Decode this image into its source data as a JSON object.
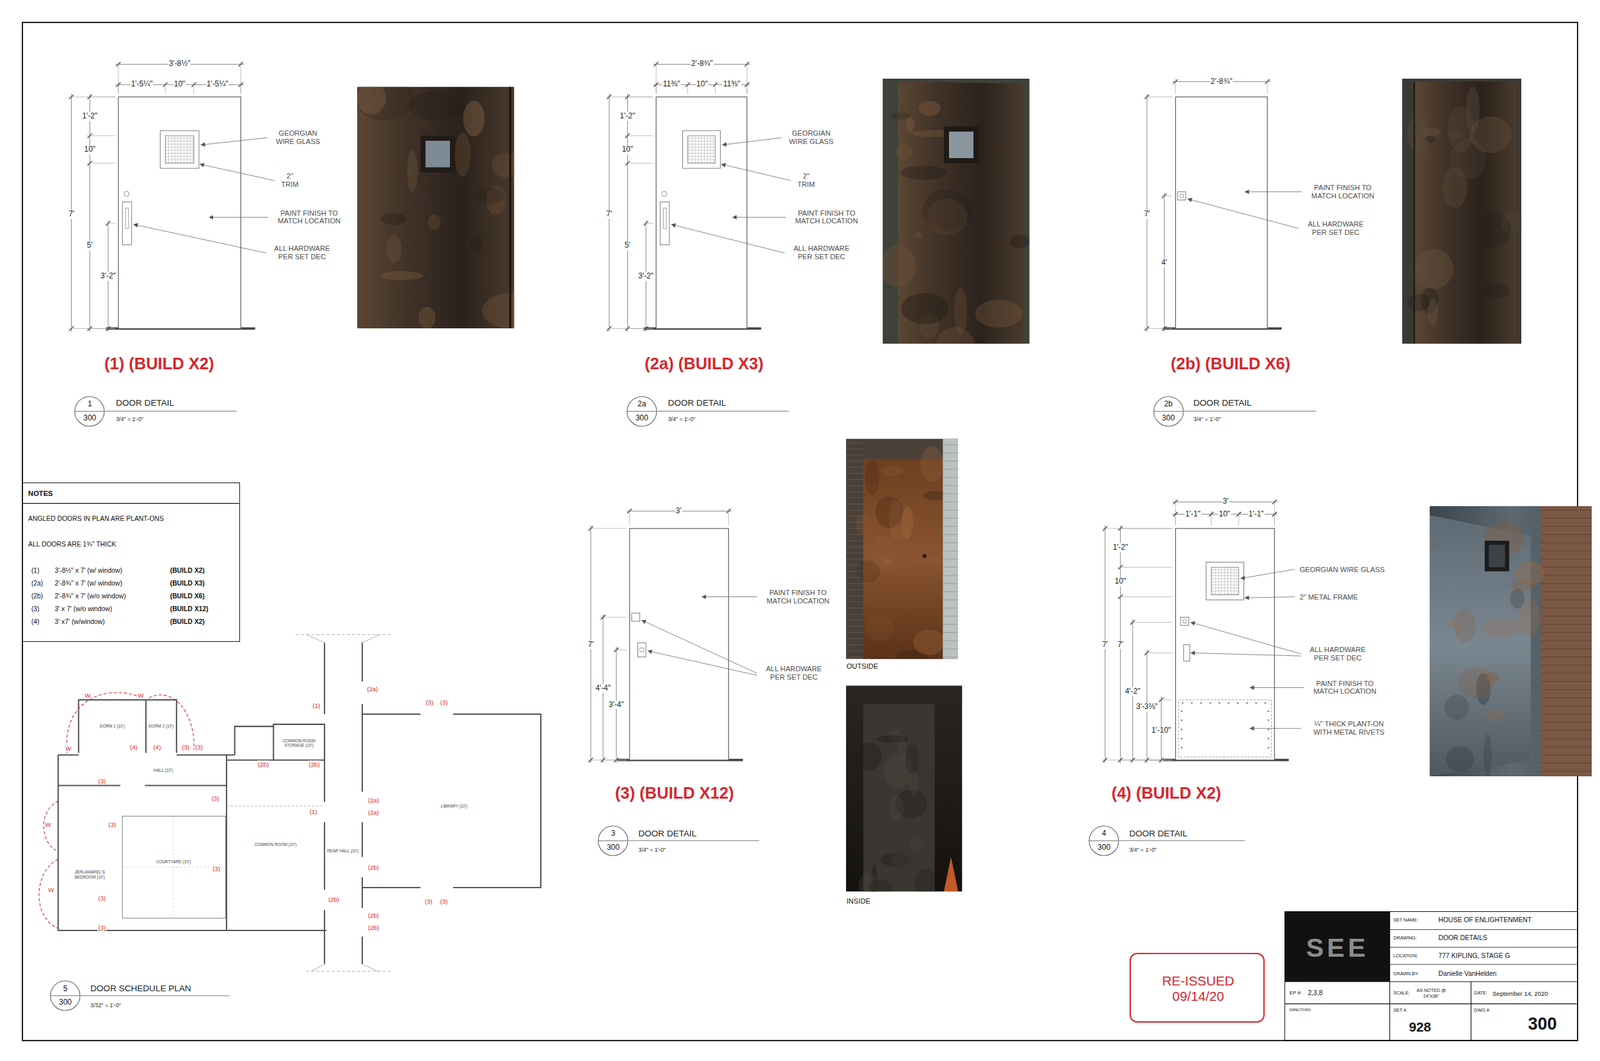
{
  "diagram": {
    "nodes": [
      {
        "text": [
          "1",
          "300"
        ]
      },
      {
        "text": [
          "2a",
          "300"
        ]
      },
      {
        "text": [
          "2b",
          "300"
        ]
      },
      {
        "text": [
          "NOTES",
          "ANGLED DOORS IN PLAN ARE PLANT-ONS",
          "ALL DOORS ARE 1¾\" THICK",
          "(1)",
          "3'-8½\" x 7' (w/ window)",
          "(BUILD X2)",
          "(2a)",
          "2'-8¾\" x 7' (w/ window)",
          "(BUILD X3)",
          "(2b)",
          "2'-8¾\" x 7' (w/o window)",
          "(BUILD X6)",
          "(3)",
          "3' x 7' (w/o window)",
          "(BUILD X12)",
          "(4)",
          "3' x7' (w/window)",
          "(BUILD X2)"
        ]
      },
      {
        "text": [
          "3",
          "300"
        ]
      },
      {
        "text": [
          "4",
          "300"
        ]
      },
      {
        "text": [
          "5",
          "300"
        ]
      },
      {
        "text": [
          "RE-ISSUED 09/14/20"
        ]
      },
      {
        "text": [
          "SEE",
          "SET NAME:",
          "HOUSE OF ENLIGHTENMENT",
          "DRAWING:",
          "DOOR DETAILS",
          "LOCATION:",
          "777 KIPLING, STAGE G",
          "DRAWN BY:",
          "Danielle VanHelden",
          "EP #:",
          "2,3,8",
          "SCALE:",
          "AS NOTED @ 24\"x36\"",
          "DATE:",
          "September 14, 2020",
          "DIRECTORS:",
          "SET #:",
          "928",
          "DWG #:",
          "300"
        ]
      }
    ],
    "labels": [
      "3'-8½\"",
      "1'-5¼\"",
      "10\"",
      "1'-5¼\"",
      "1'-2\"",
      "10\"",
      "7'",
      "5'",
      "3'-2\"",
      "GEORGIAN WIRE GLASS",
      "2\" TRIM",
      "PAINT FINISH TO MATCH LOCATION",
      "ALL HARDWARE PER SET DEC",
      "(1) (BUILD X2)",
      "DOOR DETAIL",
      "3/4\" = 1'-0\"",
      "2'-8¾\"",
      "11⅜\"",
      "10\"",
      "11⅜\"",
      "1'-2\"",
      "10\"",
      "7'",
      "5'",
      "3'-2\"",
      "GEORGIAN WIRE GLASS",
      "2\" TRIM",
      "PAINT FINISH TO MATCH LOCATION",
      "ALL HARDWARE PER SET DEC",
      "(2a) (BUILD X3)",
      "DOOR DETAIL",
      "3/4\" = 1'-0\"",
      "2'-8¾\"",
      "7'",
      "4'",
      "PAINT FINISH TO MATCH LOCATION",
      "ALL HARDWARE PER SET DEC",
      "(2b) (BUILD X6)",
      "DOOR DETAIL",
      "3/4\" = 1'-0\"",
      "3'",
      "7'",
      "4'-4\"",
      "3'-4\"",
      "PAINT FINISH TO MATCH LOCATION",
      "ALL HARDWARE PER SET DEC",
      "OUTSIDE",
      "INSIDE",
      "(3) (BUILD X12)",
      "DOOR DETAIL",
      "3/4\" = 1'-0\"",
      "3'",
      "1'-1\"",
      "10\"",
      "1'-1\"",
      "1'-2\"",
      "10\"",
      "7'",
      "7'",
      "4'-2\"",
      "3'-3⅛\"",
      "1'-10\"",
      "GEORGIAN WIRE GLASS",
      "2\" METAL FRAME",
      "ALL HARDWARE PER SET DEC",
      "PAINT FINISH TO MATCH LOCATION",
      "¼\" THICK PLANT-ON WITH METAL RIVETS",
      "(4) (BUILD X2)",
      "DOOR DETAIL",
      "3/4\" = 1'-0\"",
      "DOOR SCHEDULE PLAN",
      "3/32\" = 1'-0\"",
      "(2a)",
      "(1)",
      "(3)",
      "(3)",
      "(4)",
      "(4)",
      "(3)",
      "(3)",
      "(2b)",
      "(2b)",
      "(3)",
      "(3)",
      "(1)",
      "(2a)",
      "(2a)",
      "(3)",
      "(3)",
      "(2b)",
      "(2b)",
      "(3)",
      "(3)",
      "(2b)",
      "(2b)",
      "(3)",
      "(3)",
      "W",
      "W",
      "W",
      "W",
      "W",
      "DORM 1 (10')",
      "DORM 2 (10')",
      "HALL (10')",
      "JERLAMAREL'S BEDROOM (10')",
      "COURTYARD (10')",
      "COMMON ROOM STORAGE (10')",
      "COMMON ROOM (10')",
      "REAR HALL (10')",
      "LIBRARY (10')"
    ]
  }
}
